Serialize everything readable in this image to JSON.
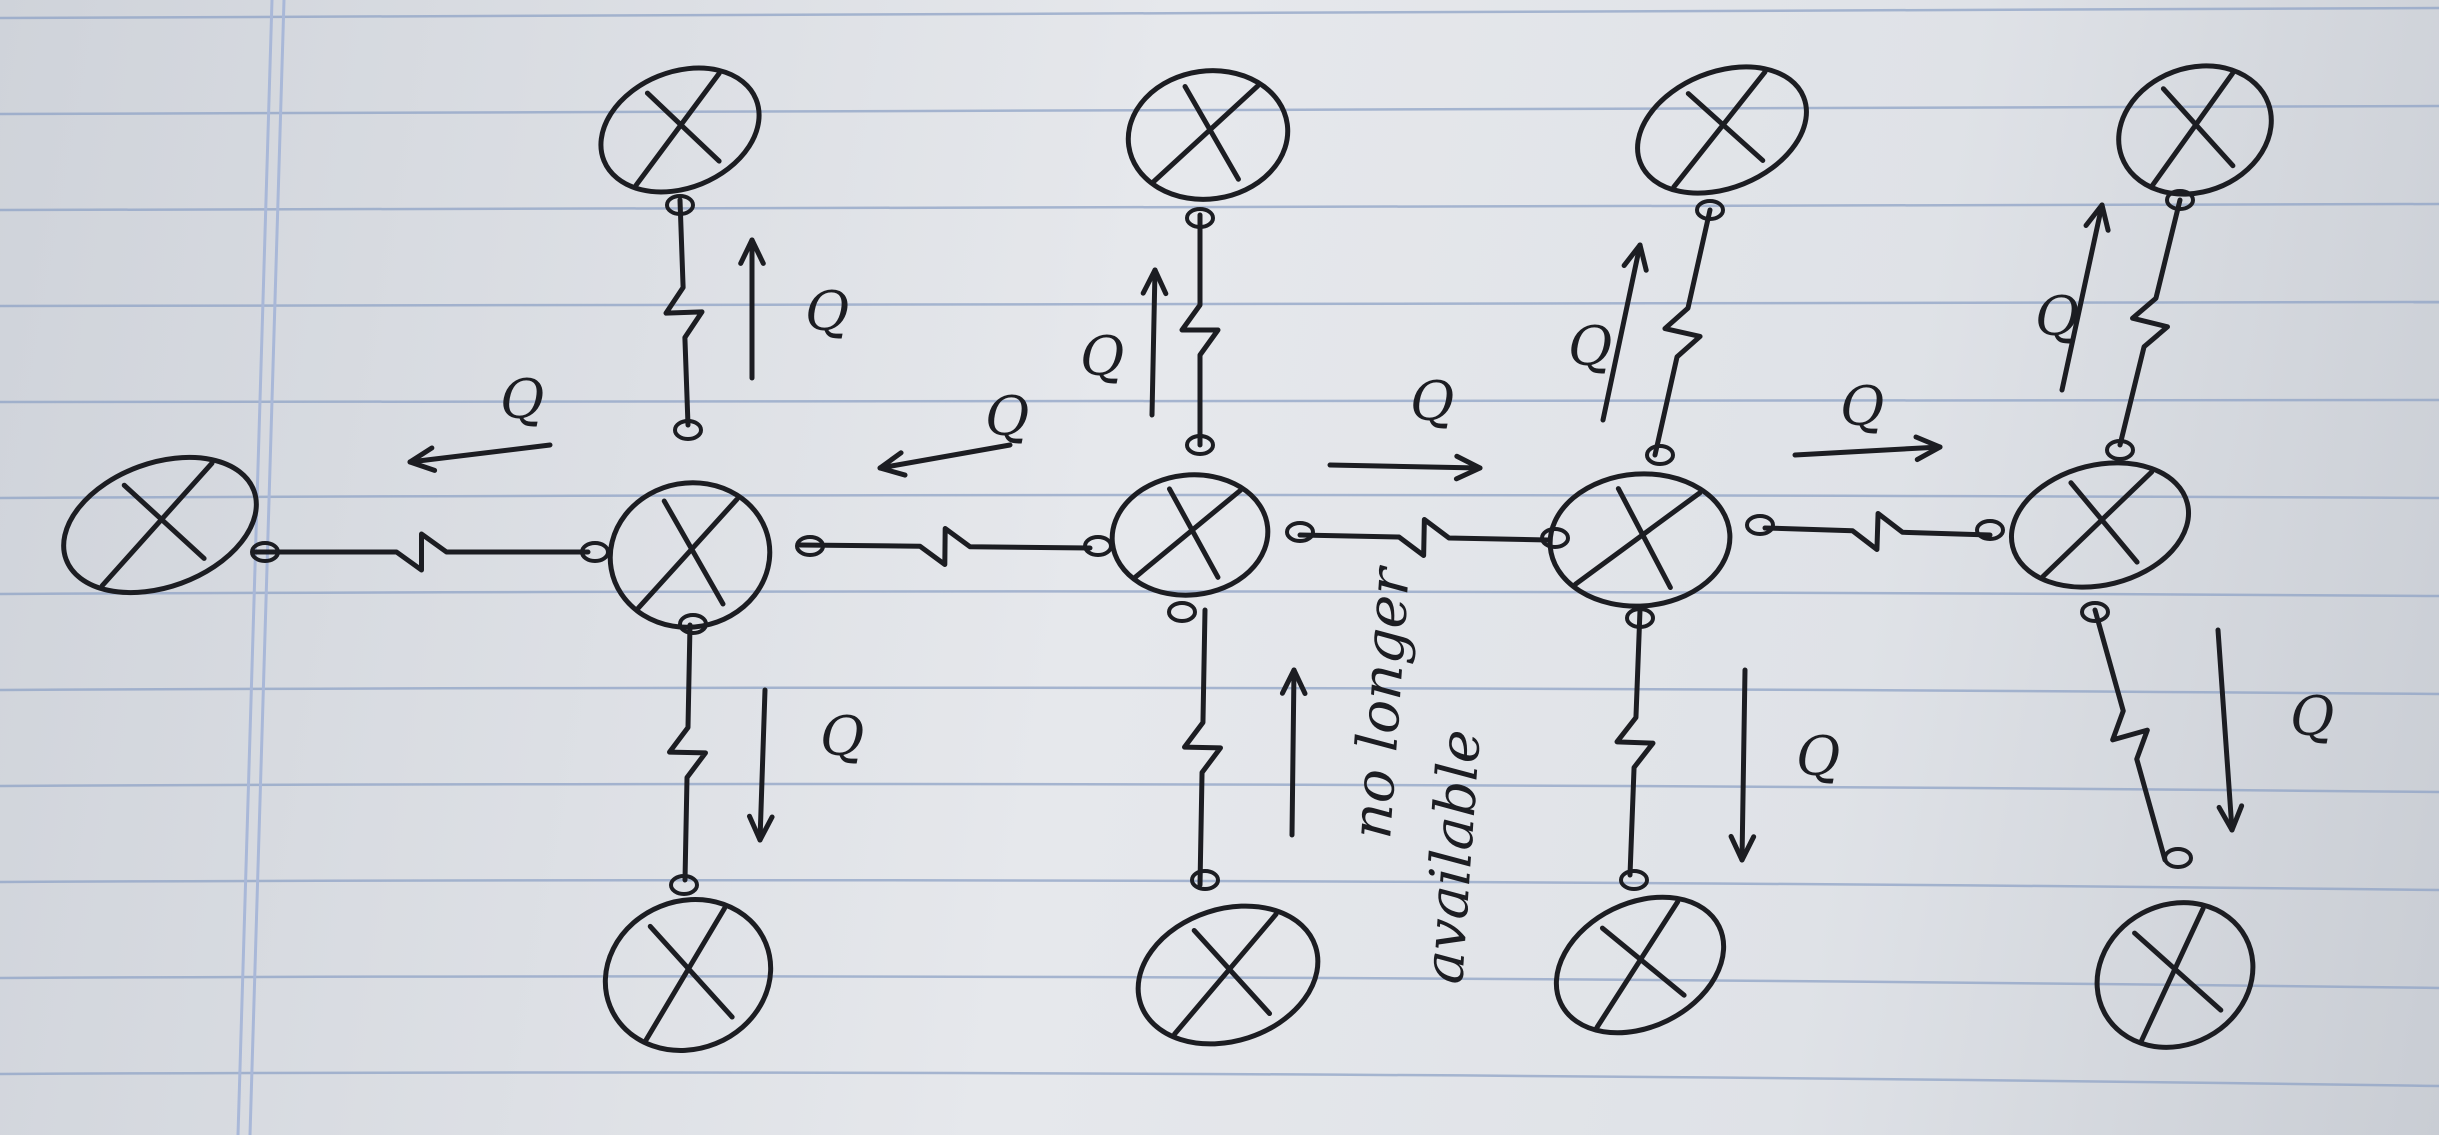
{
  "annotation": {
    "line1": "no longer",
    "line2": "available"
  },
  "flow_symbol": "Q",
  "colors": {
    "paper": "#e3e6ea",
    "rule_line": "#8fa3c6",
    "margin_line": "#a9b8d8",
    "ink": "#1c1d22"
  }
}
